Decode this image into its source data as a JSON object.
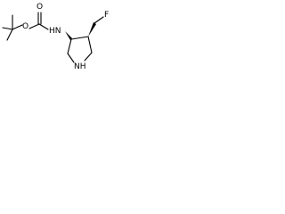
{
  "structure": {
    "atoms": {
      "carbonyl_oxygen": "O",
      "ester_oxygen": "O",
      "amide_nitrogen": "HN",
      "fluorine": "F",
      "ring_nitrogen": "NH"
    },
    "stereo_bonds": {
      "to_nhboc": "wedge",
      "to_ch2f": "wedge"
    },
    "colors": {
      "ink": "#000000",
      "background": "#ffffff"
    }
  }
}
